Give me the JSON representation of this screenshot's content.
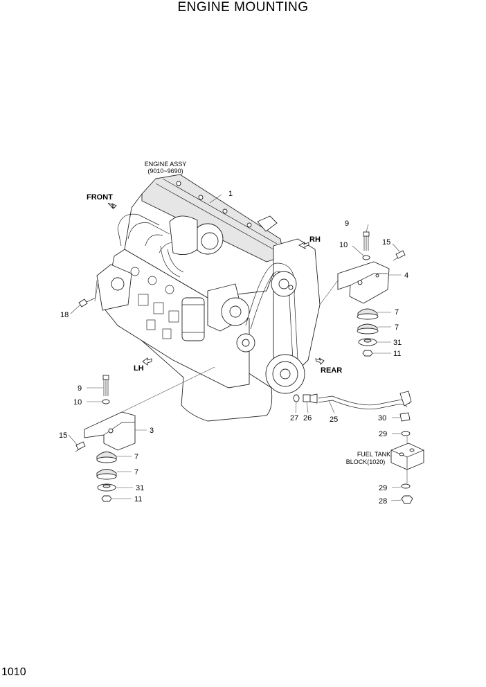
{
  "title": "ENGINE MOUNTING",
  "page_number": "1010",
  "engine_assy": {
    "line1": "ENGINE ASSY",
    "line2": "(9010~9690)"
  },
  "directions": {
    "front": "FRONT",
    "rh": "RH",
    "lh": "LH",
    "rear": "REAR"
  },
  "fuel_tank": {
    "line1": "FUEL TANK",
    "line2": "BLOCK(1020)"
  },
  "callouts": {
    "c1": "1",
    "rh9": "9",
    "rh10": "10",
    "rh15": "15",
    "rh4": "4",
    "rh7a": "7",
    "rh7b": "7",
    "rh31": "31",
    "rh11": "11",
    "c18": "18",
    "lh9": "9",
    "lh10": "10",
    "lh15": "15",
    "lh3": "3",
    "lh7a": "7",
    "lh7b": "7",
    "lh31": "31",
    "lh11": "11",
    "c27": "27",
    "c26": "26",
    "c25": "25",
    "c30": "30",
    "c29a": "29",
    "c29b": "29",
    "c28": "28"
  }
}
